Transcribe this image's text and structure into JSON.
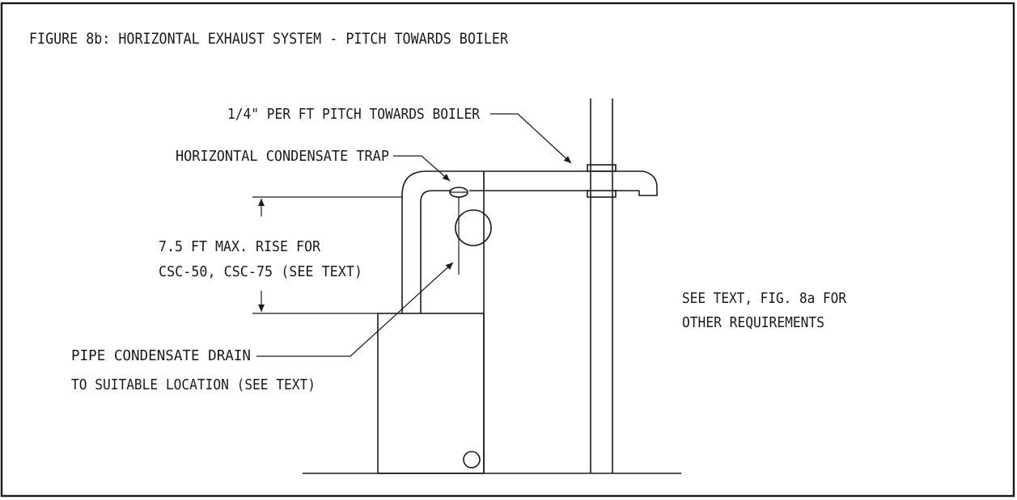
{
  "title": "FIGURE 8b: HORIZONTAL EXHAUST SYSTEM - PITCH TOWARDS BOILER",
  "labels": {
    "pitch": "1/4\" PER FT PITCH TOWARDS BOILER",
    "trap": "HORIZONTAL CONDENSATE TRAP",
    "rise_line1": "7.5 FT MAX. RISE FOR",
    "rise_line2": "CSC-50, CSC-75 (SEE TEXT)",
    "drain_line1": "PIPE CONDENSATE DRAIN",
    "drain_line2": "TO SUITABLE LOCATION (SEE TEXT)",
    "see_line1": "SEE TEXT, FIG. 8a FOR",
    "see_line2": "OTHER REQUIREMENTS"
  },
  "colors": {
    "ink": "#1a1a1a",
    "paper": "#ffffff"
  }
}
